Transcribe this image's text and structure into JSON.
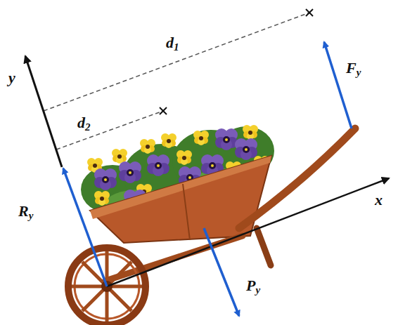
{
  "diagram": {
    "labels": [
      "y",
      "d1",
      "d2",
      "Fy",
      "x",
      "Ry",
      "Py"
    ]
  }
}
